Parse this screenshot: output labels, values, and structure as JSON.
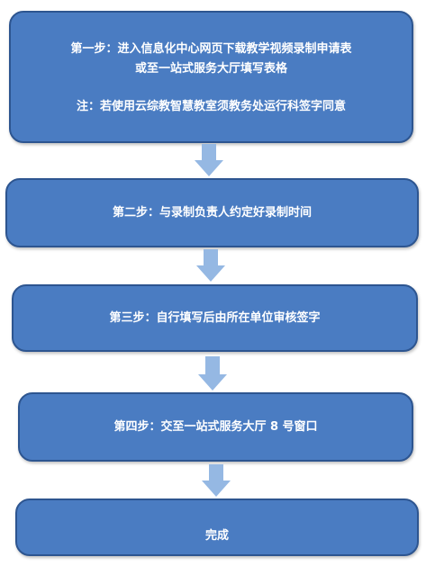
{
  "colors": {
    "box_fill": "#4a7cc2",
    "box_border": "#2d5590",
    "arrow_fill": "#95b8e3",
    "text": "#ffffff"
  },
  "steps": [
    {
      "lines": [
        "第一步：进入信息化中心网页下载教学视频录制申请表",
        "或至一站式服务大厅填写表格"
      ],
      "note": "注：若使用云综教智慧教室须教务处运行科签字同意"
    },
    {
      "lines": [
        "第二步：与录制负责人约定好录制时间"
      ]
    },
    {
      "lines": [
        "第三步：自行填写后由所在单位审核签字"
      ]
    },
    {
      "lines": [
        "第四步：交至一站式服务大厅 8 号窗口"
      ]
    },
    {
      "lines": [
        "完成"
      ]
    }
  ]
}
